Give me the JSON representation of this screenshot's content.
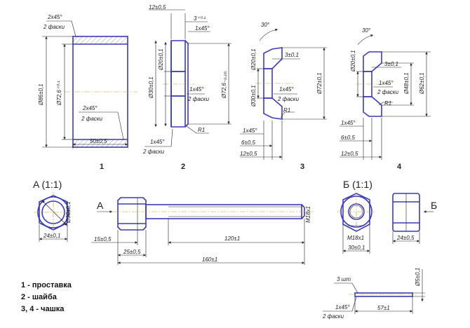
{
  "parts": {
    "p1": {
      "number": "1",
      "chamfer": "2x45°",
      "chamfer_note": "2 фаски",
      "outer_dia": "Ø86±0,1",
      "inner_dia": "Ø72,6⁺⁰·¹",
      "chamfer2": "2x45°",
      "chamfer2_note": "2 фаски",
      "length": "50±0,5"
    },
    "p2": {
      "number": "2",
      "thickness": "12±0,5",
      "step": "3⁺⁰·¹",
      "chamfer_top": "1x45°",
      "hole_dia": "Ø20±0,1",
      "outer_dia": "Ø30±0,1",
      "chamfer_mid": "1x45°",
      "chamfer_mid_note": "2 фаски",
      "big_dia": "Ø72,6₋₀,₀₅",
      "radius": "R1",
      "chamfer_bot": "1x45°",
      "chamfer_bot_note": "2 фаски"
    },
    "p3": {
      "number": "3",
      "angle": "30°",
      "step": "3±0,1",
      "hole_dia": "Ø20±0,1",
      "outer_dia": "Ø30±0,1",
      "big_dia": "Ø72±0,1",
      "chamfer": "1x45°",
      "chamfer_note": "2 фаски",
      "radius": "R1",
      "chamfer_b": "1x45°",
      "height": "6±0,5",
      "thickness": "12±0,5"
    },
    "p4": {
      "number": "4",
      "angle": "30°",
      "step": "3±0,1",
      "hole_dia": "Ø20±0,1",
      "outer_dia": "Ø48±0,1",
      "big_dia": "Ø62±0,1",
      "chamfer": "1x45°",
      "chamfer_note": "2 фаски",
      "radius": "R1",
      "chamfer_b": "1x45°",
      "height": "6±0,5",
      "thickness": "12±0,5"
    }
  },
  "view_a": {
    "title": "A (1:1)",
    "dia": "Ø30±0,1",
    "width": "24±0,1"
  },
  "bolt": {
    "arrow_label": "A",
    "head_len": "15±0,5",
    "head_total": "25±0,5",
    "shank_len": "120±1",
    "total_len": "160±1",
    "thread": "M18x1"
  },
  "view_b": {
    "title": "Б (1:1)",
    "thread": "M18x1",
    "across_flats": "30±0,1",
    "arrow_label": "Б",
    "nut_width": "24±0,5"
  },
  "rod": {
    "qty": "3 шт",
    "dia": "Ø5±0,1",
    "chamfer": "1x45°",
    "chamfer_note": "2 фаски",
    "length": "57±1"
  },
  "legend": [
    "1 - проставка",
    "2 - шайба",
    "3, 4 - чашка"
  ]
}
